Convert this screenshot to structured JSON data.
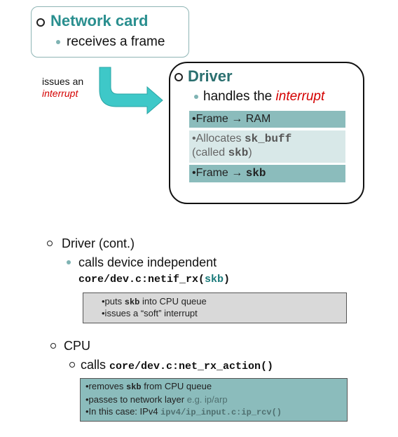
{
  "network_card": {
    "title": "Network card",
    "subitem": "receives a frame"
  },
  "arrow_label": {
    "line1": "issues an",
    "line2": "interrupt"
  },
  "driver": {
    "title": "Driver",
    "sub_prefix": "handles the ",
    "sub_emph": "interrupt",
    "bar1": "•Frame → RAM",
    "bar2_a": "•Allocates ",
    "bar2_code1": "sk_buff",
    "bar2_b": "(called ",
    "bar2_code2": "skb",
    "bar2_c": ")",
    "bar3_a": "•Frame → ",
    "bar3_code": "skb"
  },
  "driver_cont": {
    "title": "Driver (cont.)",
    "sub": "calls device independent",
    "code_a": "core/dev.c:netif_rx(",
    "code_b": "skb",
    "code_c": ")",
    "box_l1_a": "•puts ",
    "box_l1_code": "skb",
    "box_l1_b": " into CPU queue",
    "box_l2": "•issues a “soft” interrupt"
  },
  "cpu": {
    "title": "CPU",
    "sub_a": "calls ",
    "sub_code": "core/dev.c:net_rx_action()",
    "box_l1_a": "•removes ",
    "box_l1_code": "skb",
    "box_l1_b": " from CPU queue",
    "box_l2_a": "•passes to network layer ",
    "box_l2_b": "e.g. ip/arp",
    "box_l3_a": "•In this case: IPv4 ",
    "box_l3_code": "ipv4/ip_input.c:ip_rcv()"
  },
  "colors": {
    "accent_teal": "#2a8f8f",
    "arrow": "#3ec8c8",
    "emphasis_red": "#d40000",
    "bar_teal": "#8bbcbc"
  }
}
